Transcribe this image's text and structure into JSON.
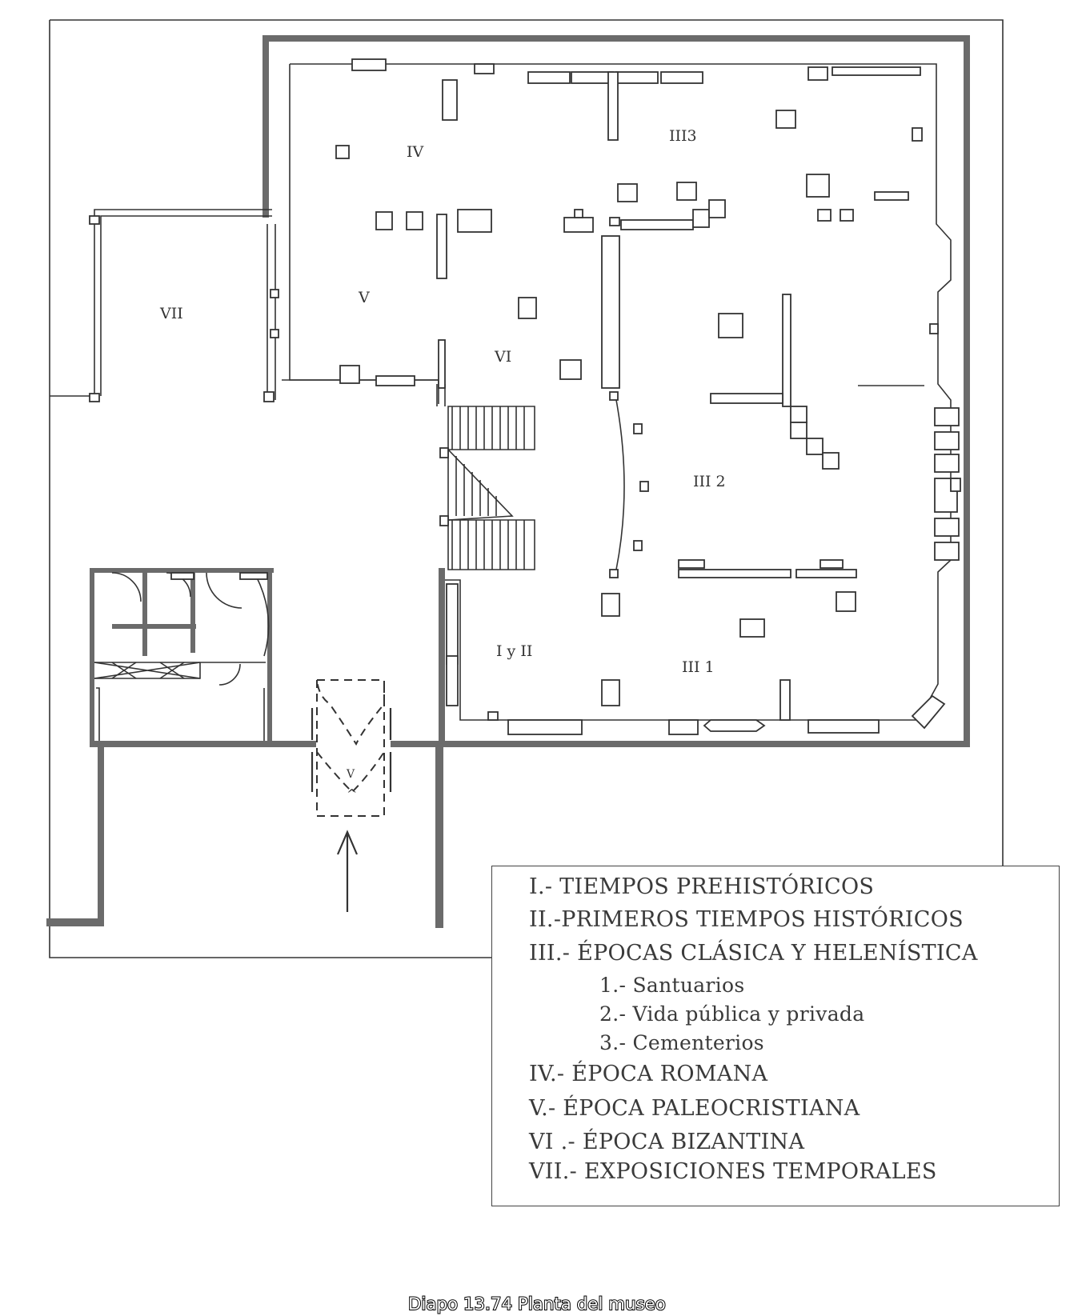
{
  "rooms": {
    "vii": "VII",
    "iv": "IV",
    "v": "V",
    "vi": "VI",
    "iii3": "III3",
    "iii2": "III 2",
    "iii1": "III 1",
    "i_y_ii": "I y II",
    "entrance_v": "V",
    "entrance_caret": "^"
  },
  "legend": {
    "items": [
      "I.- TIEMPOS PREHISTÓRICOS",
      "II.-PRIMEROS TIEMPOS HISTÓRICOS",
      "III.- ÉPOCAS CLÁSICA Y HELENÍSTICA",
      "1.- Santuarios",
      "2.- Vida pública y privada",
      "3.- Cementerios",
      "IV.- ÉPOCA ROMANA",
      "V.-  ÉPOCA PALEOCRISTIANA",
      "VI .- ÉPOCA BIZANTINA",
      "VII.- EXPOSICIONES TEMPORALES"
    ]
  },
  "caption": "Diapo 13.74 Planta del museo",
  "colors": {
    "wall": "#6b6b6b",
    "line": "#333333",
    "background": "#ffffff"
  }
}
